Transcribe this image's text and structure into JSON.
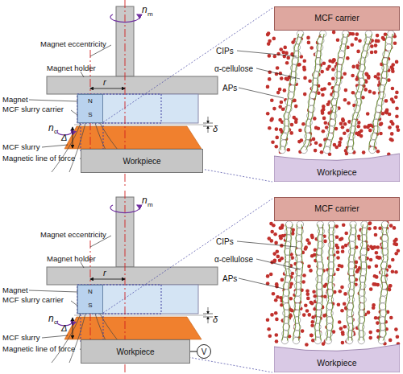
{
  "diagram": {
    "nodes": [
      {
        "text": [
          "N",
          "S"
        ]
      },
      {
        "text": [
          "Workpiece"
        ]
      },
      {
        "text": [
          "MCF carrier"
        ]
      },
      {
        "text": [
          "Workpiece"
        ]
      },
      {
        "text": [
          "N",
          "S"
        ]
      },
      {
        "text": [
          "Workpiece"
        ]
      },
      {
        "text": [
          "V"
        ]
      },
      {
        "text": [
          "MCF carrier"
        ]
      },
      {
        "text": [
          "Workpiece"
        ]
      }
    ],
    "edges": [
      {
        "from": 6,
        "to": 5,
        "arrow": "none"
      }
    ],
    "labels": [
      "n",
      "m",
      "Magnet eccentricity",
      "Magnet holder",
      "r",
      "Magnet",
      "MCF slurry carrier",
      "n",
      "c",
      "Δ",
      "MCF slurry",
      "Magnetic line of force",
      "δ",
      "CIPs",
      "α-cellulose",
      "APs",
      "n",
      "m",
      "Magnet eccentricity",
      "Magnet holder",
      "r",
      "Magnet",
      "MCF slurry carrier",
      "n",
      "c",
      "Δ",
      "MCF slurry",
      "Magnetic line of force",
      "δ",
      "CIPs",
      "α-cellulose",
      "APs"
    ]
  }
}
